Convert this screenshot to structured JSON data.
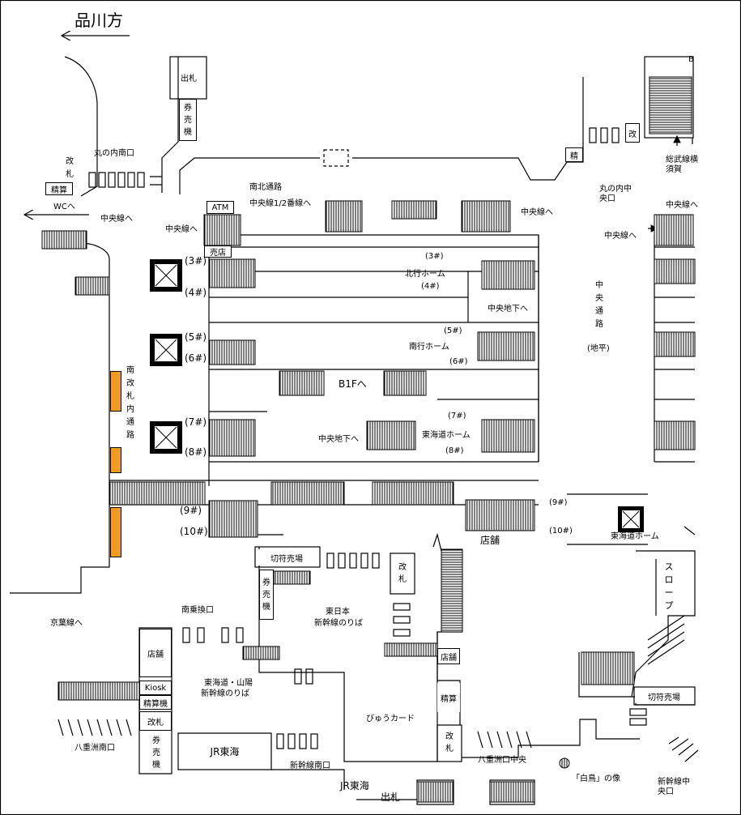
{
  "title": "品川方",
  "labels": {
    "maru_south_exit": "丸の内南口",
    "wc": "WCへ",
    "seisan": "精算",
    "kaisatsu": "改札",
    "chuo_sen_he_1": "中央線へ",
    "chuo_sen_he_2": "中央線へ",
    "chuo_sen_he_3": "中央線へ",
    "chuo_sen_he_4": "中央線へ",
    "nanboku": "南北通路",
    "chuo_12": "中央線1/2番線へ",
    "atm": "ATM",
    "baiten": "売店",
    "shutsusatsu": "出札",
    "kenbaiki": "券売機",
    "sei": "精",
    "kai": "改",
    "sobu_yokosuka": "総武線横須賀",
    "b": "B",
    "maru_central": "丸の内中央口",
    "hokko": "北行ホーム",
    "nanko": "南行ホーム",
    "tokaido_home": "東海道ホーム",
    "tokaido_home2": "東海道ホーム",
    "chuo_chika_1": "中央地下へ",
    "chuo_chika_2": "中央地下へ",
    "b1f": "B1Fへ",
    "chuo_tsuro": "中央通路",
    "chihei": "(地平)",
    "minami_naitsuro": "南改札内通路",
    "slope": "スロープ",
    "tenpo": "店舗",
    "tenpo2": "店舗",
    "tenpo3": "店舗",
    "kippu": "切符売場",
    "kippu2": "切符売場",
    "higashi_nihon": "東日本",
    "shinkansen_noriba": "新幹線のりば",
    "nanjo": "南乗換口",
    "keiyo": "京葉線へ",
    "kiosk": "Kiosk",
    "seisanki": "精算機",
    "tokaido_sanyo": "東海道・山陽",
    "shinkansen_noriba2": "新幹線のりば",
    "view_card": "びゅうカード",
    "seisan2": "精算",
    "kaisatsu_v": "改札",
    "jr_tokai": "JR東海",
    "jr_tokai2": "JR東海",
    "shinkansen_minami": "新幹線南口",
    "yaesu_minami": "八重洲南口",
    "yaesu_chuo": "八重洲口中央",
    "hakuo": "「白鳥」の像",
    "shinkansen_chuo": "新幹線中央口",
    "shutsusatsu2": "出札"
  },
  "tracks": [
    "(3#)",
    "(4#)",
    "(5#)",
    "(6#)",
    "(7#)",
    "(8#)",
    "(9#)",
    "(10#)"
  ],
  "tracks_right": [
    "(3#)",
    "(4#)",
    "(5#)",
    "(6#)",
    "(7#)",
    "(8#)",
    "(9#)",
    "(10#)"
  ],
  "colors": {
    "building": "#f29b1e",
    "line": "#000000",
    "background": "#ffffff"
  }
}
